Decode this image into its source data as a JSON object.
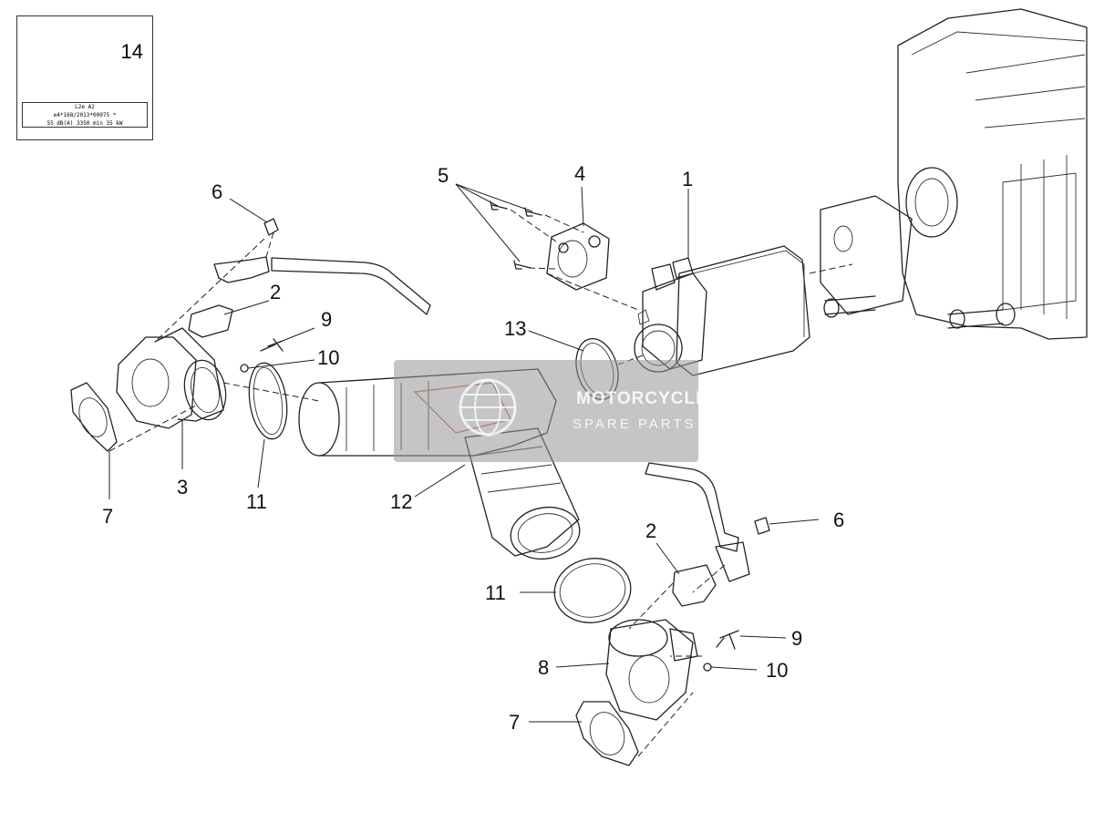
{
  "plate": {
    "number": "14",
    "label_row1": "L2e A2",
    "label_row2": "e4*168/2013*00075 *",
    "label_row3": "55  dB(A) 3350 min 35 kW"
  },
  "callouts": [
    {
      "id": "1",
      "text": "1"
    },
    {
      "id": "2a",
      "text": "2"
    },
    {
      "id": "2b",
      "text": "2"
    },
    {
      "id": "3",
      "text": "3"
    },
    {
      "id": "4",
      "text": "4"
    },
    {
      "id": "5",
      "text": "5"
    },
    {
      "id": "6a",
      "text": "6"
    },
    {
      "id": "6b",
      "text": "6"
    },
    {
      "id": "7a",
      "text": "7"
    },
    {
      "id": "7b",
      "text": "7"
    },
    {
      "id": "8",
      "text": "8"
    },
    {
      "id": "9a",
      "text": "9"
    },
    {
      "id": "9b",
      "text": "9"
    },
    {
      "id": "10a",
      "text": "10"
    },
    {
      "id": "10b",
      "text": "10"
    },
    {
      "id": "11a",
      "text": "11"
    },
    {
      "id": "11b",
      "text": "11"
    },
    {
      "id": "12",
      "text": "12"
    },
    {
      "id": "13",
      "text": "13"
    }
  ],
  "watermark": {
    "line1": "MOTORCYCLE",
    "line2": "SPARE PARTS"
  },
  "colors": {
    "line": "#222222",
    "watermark_bg": "#969696",
    "accent": "#c87755"
  }
}
